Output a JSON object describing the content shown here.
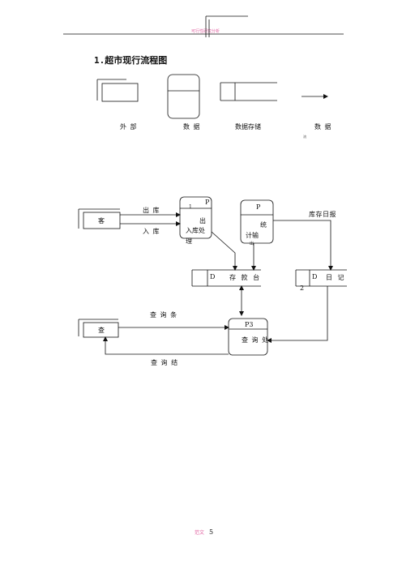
{
  "header": {
    "text": "可行性研究分析"
  },
  "section_title": "1.超市现行流程图",
  "legend": {
    "external": "外 部",
    "data": "数 据",
    "data_store": "数据存储",
    "data_flow": "数 据",
    "small_note": "流"
  },
  "diagram": {
    "customer": "客",
    "query_entity": "查",
    "flow_out": "出 库",
    "flow_in": "入 库",
    "flow_daily_report": "库存日报",
    "flow_query_cond": "查 询 条",
    "flow_query_result": "查 询 结",
    "p1_id": "P",
    "p1_dot": "1",
    "p1_line1": "出",
    "p1_line2": "入库处",
    "p1_line3": "理",
    "p2_id": "P",
    "p2_line1": "统",
    "p2_line2": "计输",
    "p2_line3": "出",
    "p3_id": "P3",
    "p3_label": "查 询 处",
    "store1_id": "D",
    "store1_label": "存 款 台",
    "store2_id": "D",
    "store2_num": "2",
    "store2_label": "日 记"
  },
  "footer": {
    "text": "范文",
    "page": "5"
  }
}
